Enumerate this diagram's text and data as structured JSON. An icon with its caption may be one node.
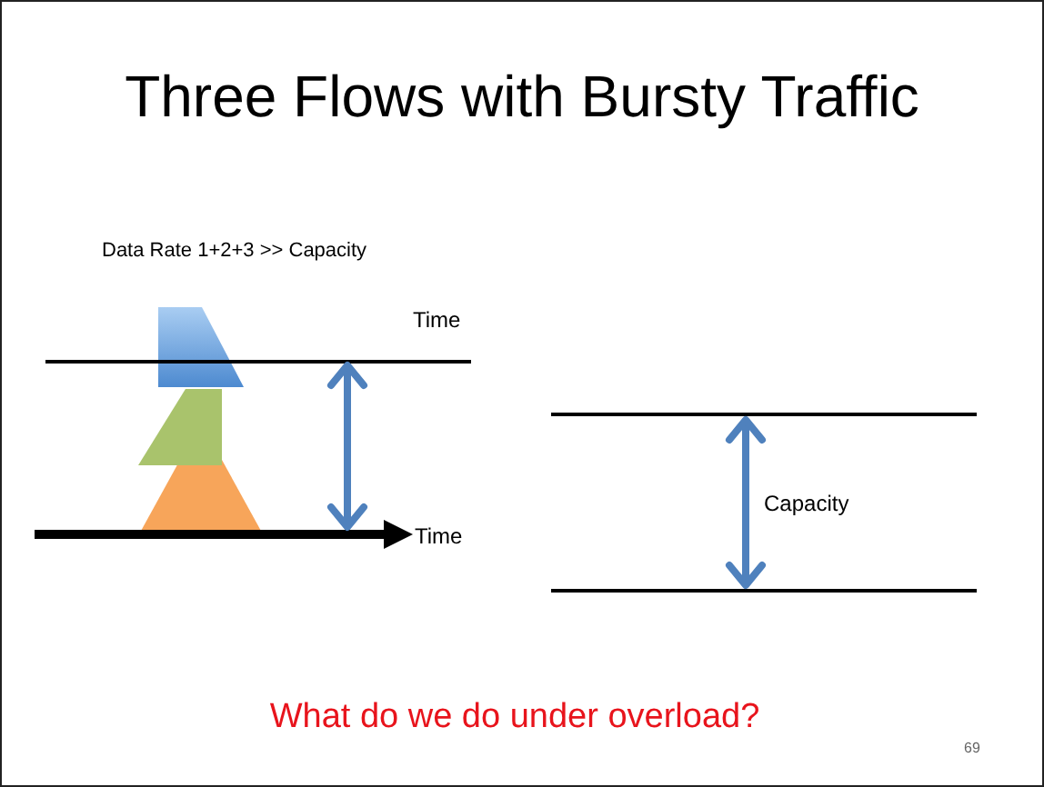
{
  "diagram": {
    "title": "Three Flows with Bursty Traffic",
    "labels": [
      "Data Rate 1+2+3 >> Capacity",
      "Time",
      "Time",
      "Capacity",
      "What do we do under overload?",
      "69"
    ]
  }
}
